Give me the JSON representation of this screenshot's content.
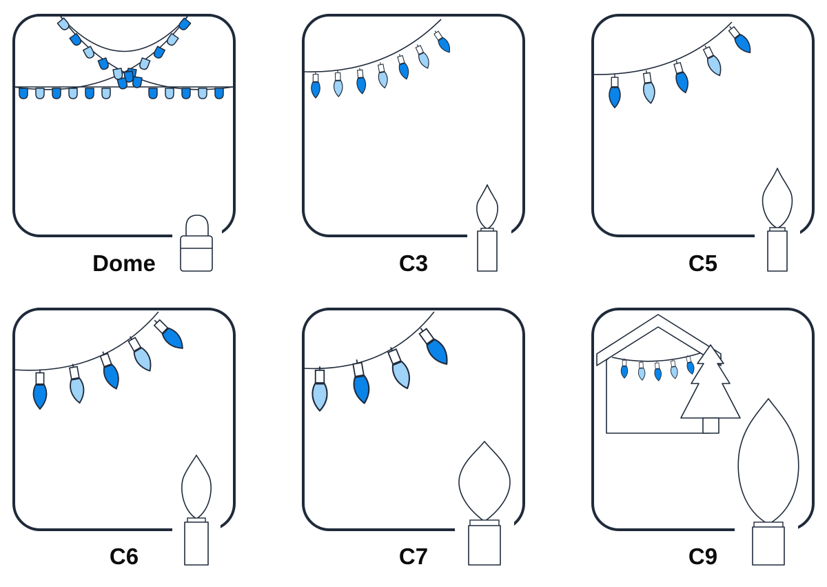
{
  "colors": {
    "outline": "#1f2a3a",
    "bulb_dark": "#0a84e8",
    "bulb_light": "#9fd3f7",
    "label": "#0b0b0b",
    "background": "#ffffff"
  },
  "panels": [
    {
      "id": "dome",
      "label": "Dome"
    },
    {
      "id": "c3",
      "label": "C3"
    },
    {
      "id": "c5",
      "label": "C5"
    },
    {
      "id": "c6",
      "label": "C6"
    },
    {
      "id": "c7",
      "label": "C7"
    },
    {
      "id": "c9",
      "label": "C9"
    }
  ],
  "icons": {
    "dome": "dome-bulb-icon",
    "c3": "c3-bulb-icon",
    "c5": "c5-bulb-icon",
    "c6": "c6-bulb-icon",
    "c7": "c7-bulb-icon",
    "c9": "c9-bulb-icon",
    "house": "house-icon",
    "tree": "pine-tree-icon"
  }
}
